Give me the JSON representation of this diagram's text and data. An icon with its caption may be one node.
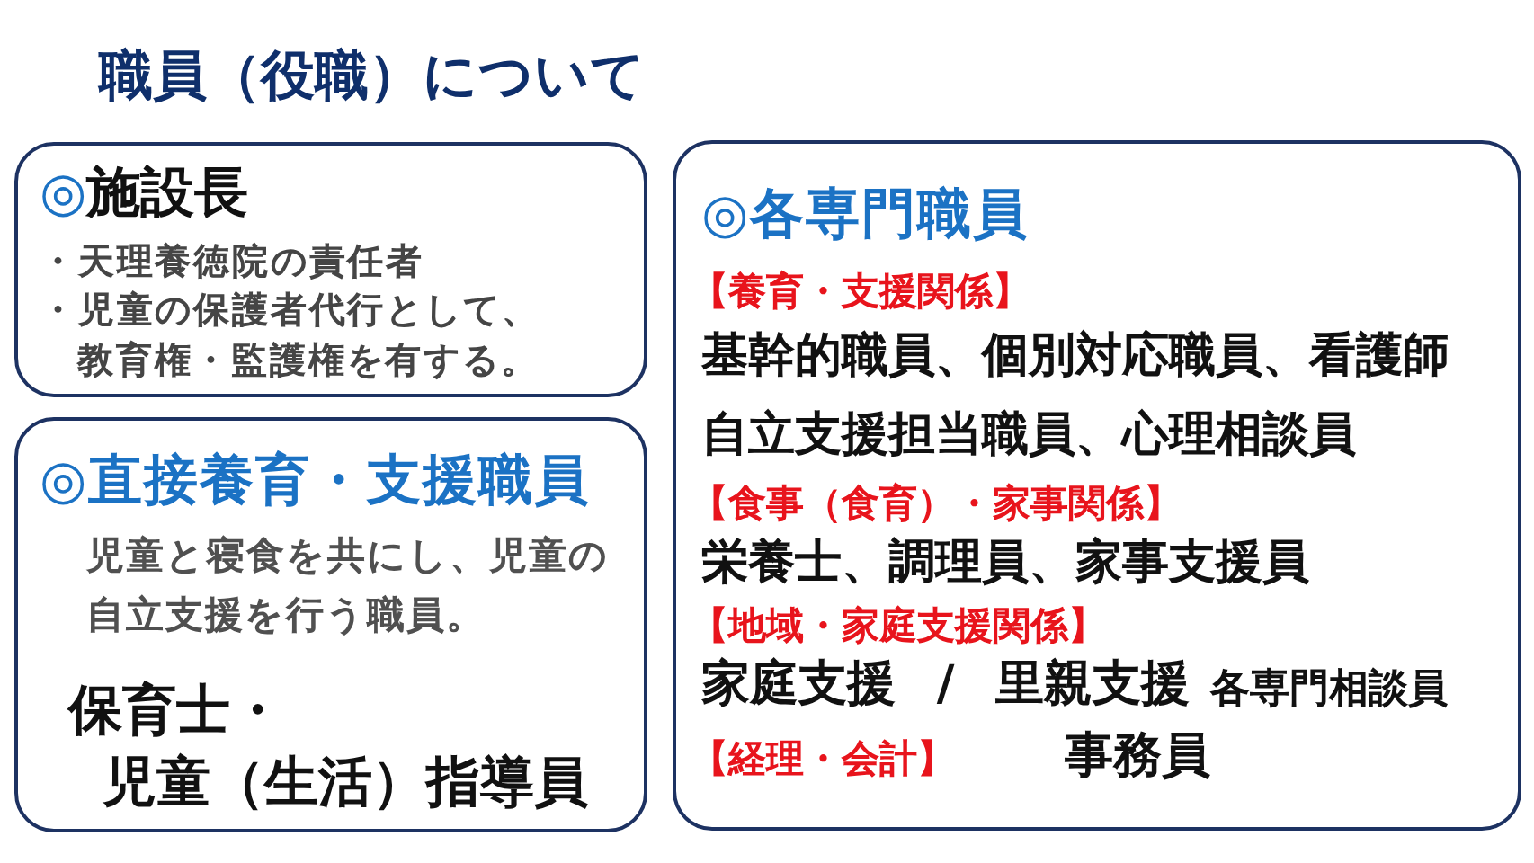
{
  "diagram": {
    "title": "職員（役職）について",
    "nodes": [
      {
        "text": [
          "◎施設長",
          "・天理養徳院の責任者",
          "・児童の保護者代行として、教育権・監護権を有する。"
        ]
      },
      {
        "text": [
          "◎直接養育・支援職員",
          "児童と寝食を共にし、児童の自立支援を行う職員。",
          "保育士・",
          "児童（生活）指導員"
        ]
      },
      {
        "text": [
          "◎各専門職員",
          "【養育・支援関係】",
          "基幹的職員、個別対応職員、看護師",
          "自立支援担当職員、心理相談員",
          "【食事（食育）・家事関係】",
          "栄養士、調理員、家事支援員",
          "【地域・家庭支援関係】",
          "家庭支援 / 里親支援",
          "各専門相談員",
          "【経理・会計】",
          "事務員"
        ]
      }
    ]
  }
}
